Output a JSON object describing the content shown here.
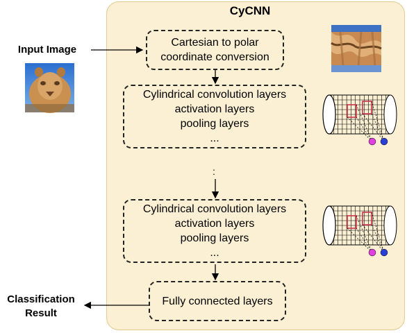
{
  "title": "CyCNN",
  "input_label": "Input Image",
  "output_label_line1": "Classification",
  "output_label_line2": "Result",
  "boxes": {
    "polar": {
      "line1": "Cartesian to polar",
      "line2": "coordinate conversion"
    },
    "block1": {
      "line1": "Cylindrical convolution layers",
      "line2": "activation layers",
      "line3": "pooling layers",
      "line4": "..."
    },
    "block2": {
      "line1": "Cylindrical convolution layers",
      "line2": "activation layers",
      "line3": "pooling layers",
      "line4": "..."
    },
    "fc": {
      "label": "Fully connected layers"
    }
  },
  "between_dots": ":",
  "colors": {
    "panel": "#fbf0d3",
    "kernel": "#d0314a",
    "node_pink": "#e040e0",
    "node_blue": "#2a3fd6"
  },
  "icons": [
    "lion-image",
    "polar-image",
    "cylinder-grid-icon"
  ]
}
